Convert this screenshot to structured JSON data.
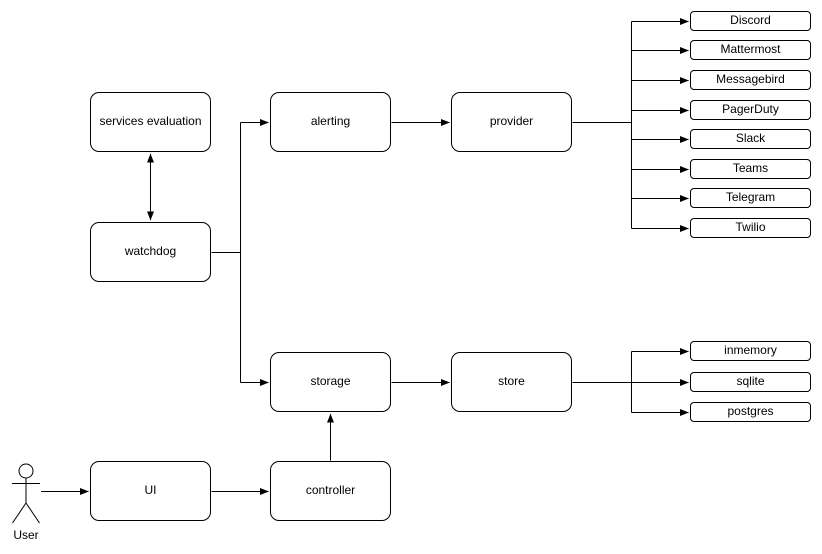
{
  "diagram_title": "",
  "colors": {
    "stroke": "#000000",
    "fill": "#ffffff",
    "text": "#000000"
  },
  "nodes": {
    "services_evaluation": "services evaluation",
    "watchdog": "watchdog",
    "alerting": "alerting",
    "provider": "provider",
    "storage": "storage",
    "store": "store",
    "ui": "UI",
    "controller": "controller"
  },
  "actor": {
    "label": "User"
  },
  "providers": {
    "items": [
      "Discord",
      "Mattermost",
      "Messagebird",
      "PagerDuty",
      "Slack",
      "Teams",
      "Telegram",
      "Twilio"
    ]
  },
  "stores": {
    "items": [
      "inmemory",
      "sqlite",
      "postgres"
    ]
  },
  "edges": [
    {
      "from": "services evaluation",
      "to": "watchdog",
      "arrows": "both"
    },
    {
      "from": "watchdog",
      "to": "alerting",
      "arrows": "end"
    },
    {
      "from": "watchdog",
      "to": "storage",
      "arrows": "end"
    },
    {
      "from": "alerting",
      "to": "provider",
      "arrows": "end"
    },
    {
      "from": "provider",
      "to": "Discord",
      "arrows": "end"
    },
    {
      "from": "provider",
      "to": "Mattermost",
      "arrows": "end"
    },
    {
      "from": "provider",
      "to": "Messagebird",
      "arrows": "end"
    },
    {
      "from": "provider",
      "to": "PagerDuty",
      "arrows": "end"
    },
    {
      "from": "provider",
      "to": "Slack",
      "arrows": "end"
    },
    {
      "from": "provider",
      "to": "Teams",
      "arrows": "end"
    },
    {
      "from": "provider",
      "to": "Telegram",
      "arrows": "end"
    },
    {
      "from": "provider",
      "to": "Twilio",
      "arrows": "end"
    },
    {
      "from": "storage",
      "to": "store",
      "arrows": "end"
    },
    {
      "from": "store",
      "to": "inmemory",
      "arrows": "end"
    },
    {
      "from": "store",
      "to": "sqlite",
      "arrows": "end"
    },
    {
      "from": "store",
      "to": "postgres",
      "arrows": "end"
    },
    {
      "from": "controller",
      "to": "storage",
      "arrows": "end"
    },
    {
      "from": "UI",
      "to": "controller",
      "arrows": "end"
    },
    {
      "from": "User",
      "to": "UI",
      "arrows": "end"
    }
  ]
}
